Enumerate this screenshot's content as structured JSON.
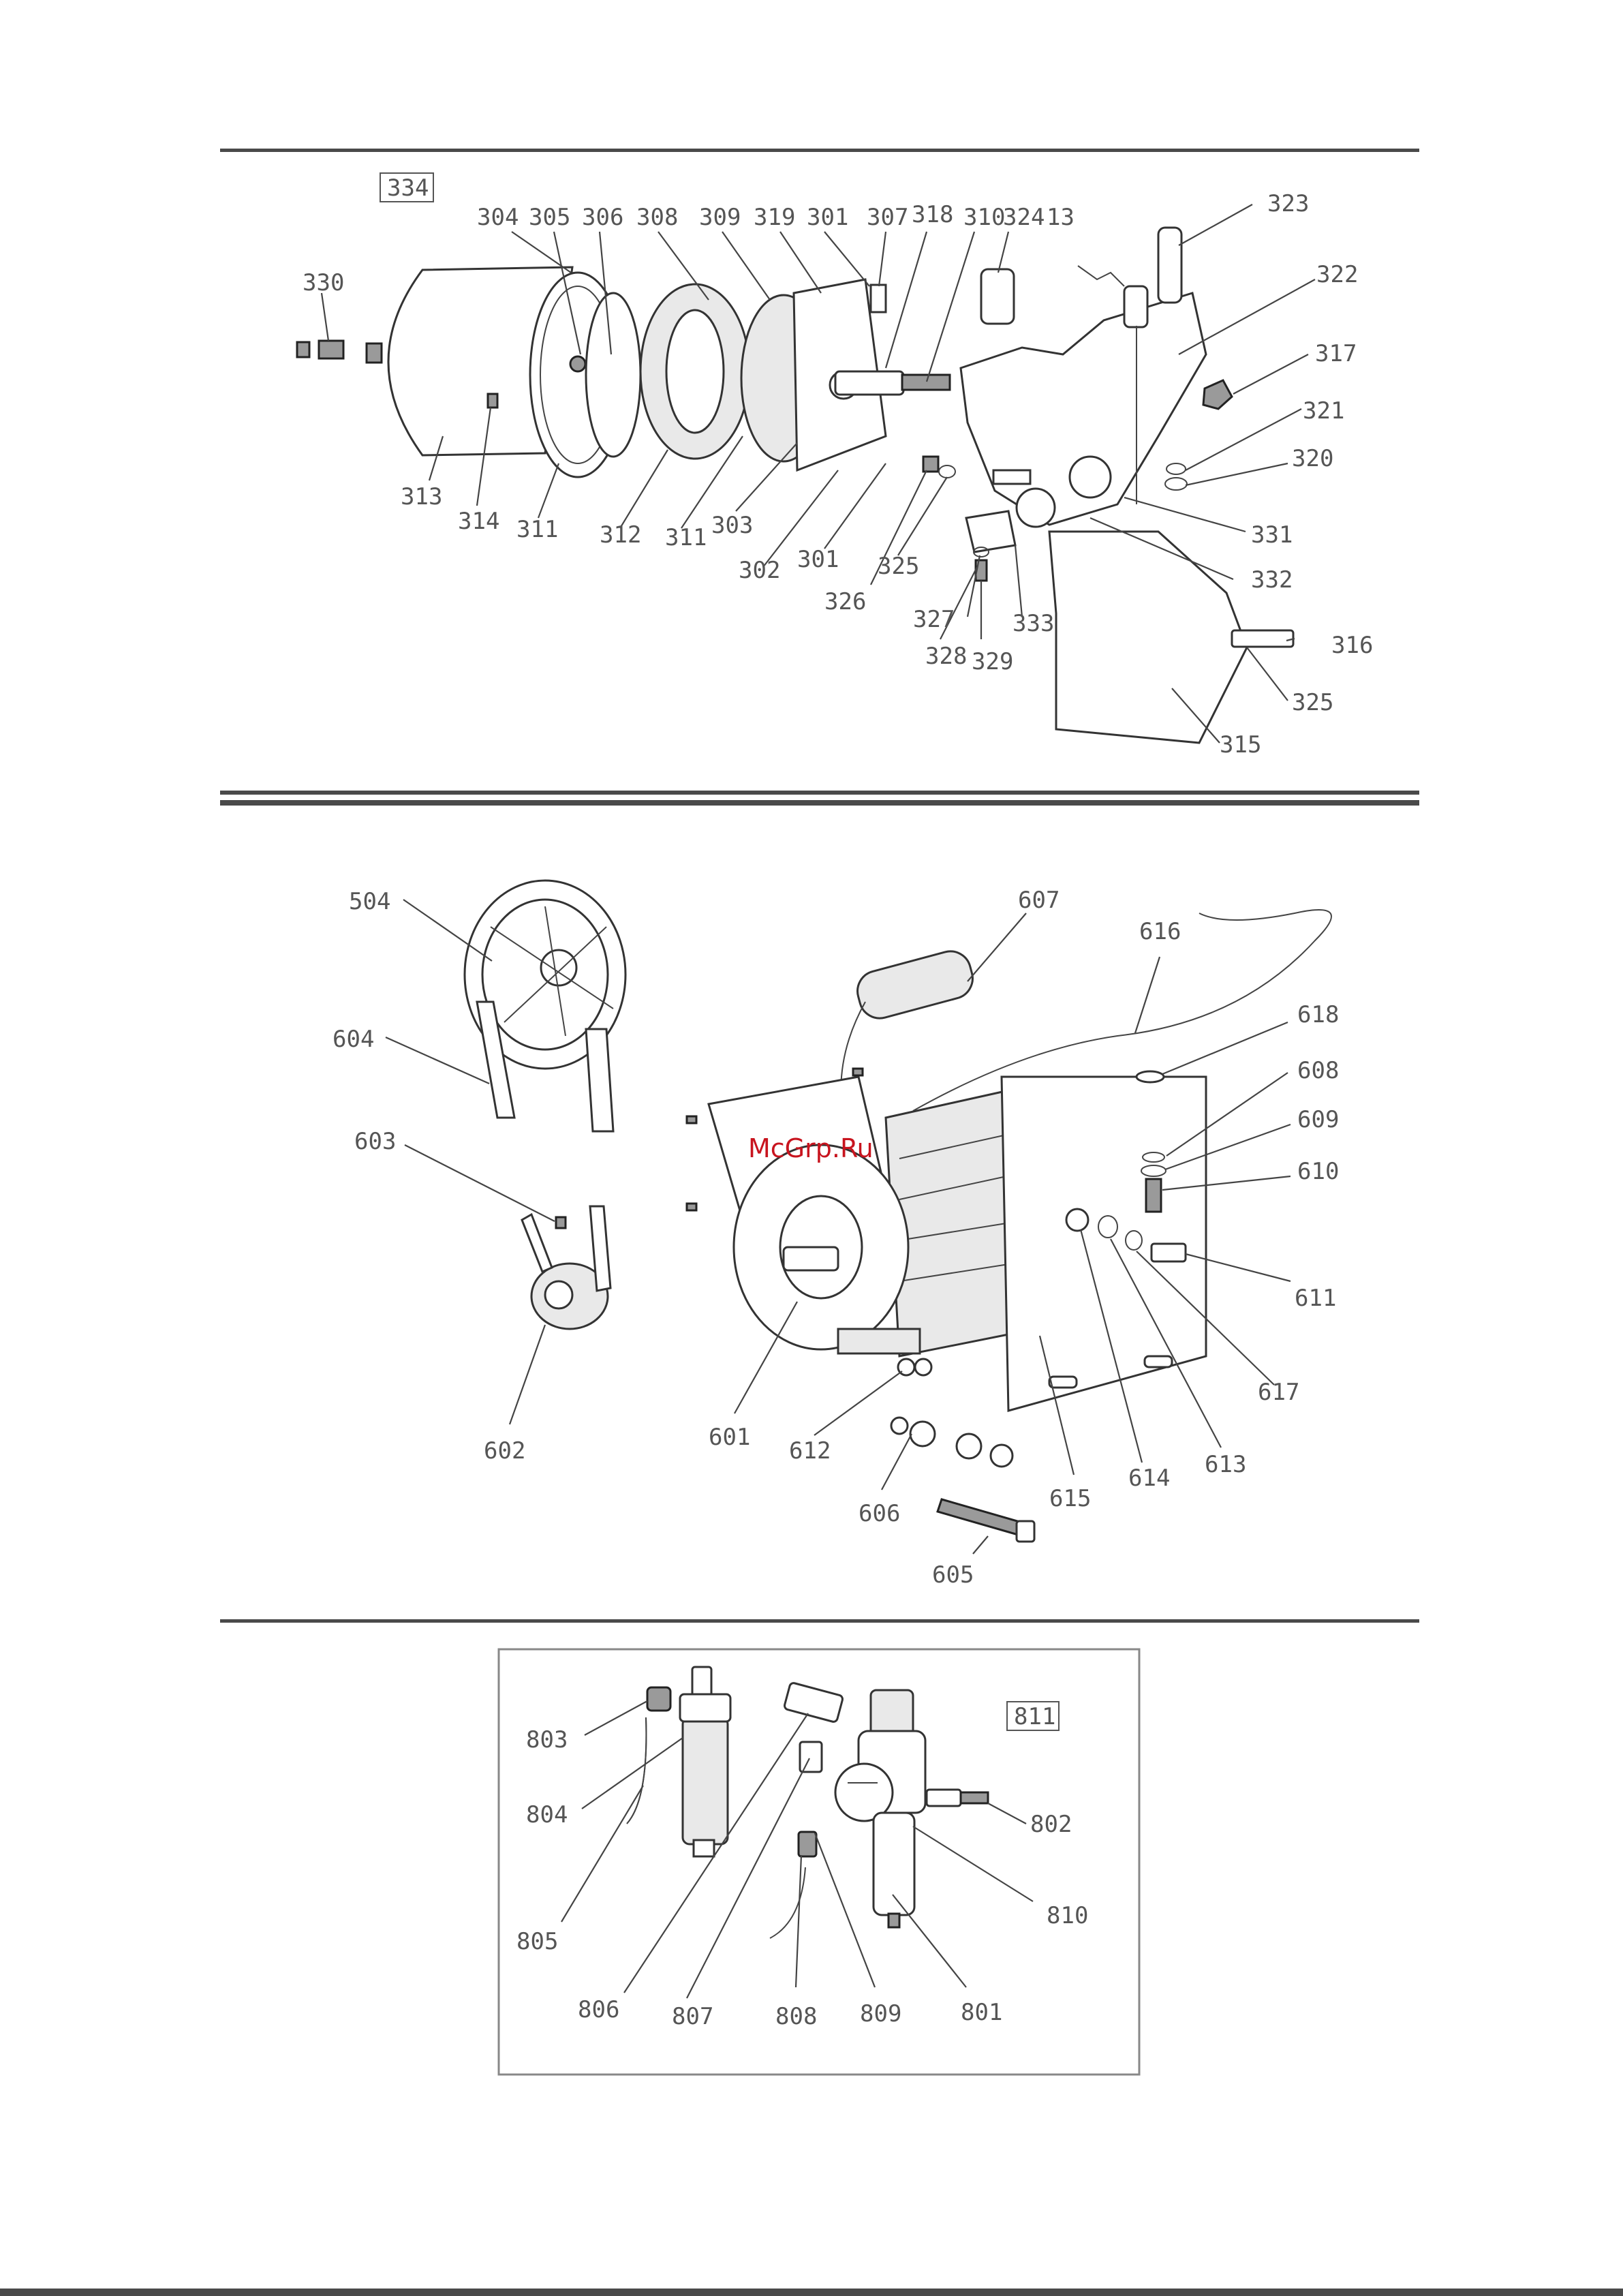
{
  "watermark": "McGrp.Ru",
  "section_top": {
    "box_label": "334",
    "callouts": [
      "304",
      "305",
      "306",
      "308",
      "309",
      "319",
      "301",
      "307",
      "318",
      "310",
      "324",
      "13",
      "323",
      "322",
      "317",
      "321",
      "320",
      "331",
      "332",
      "316",
      "325",
      "315",
      "333",
      "329",
      "328",
      "327",
      "326",
      "325",
      "301",
      "302",
      "303",
      "311",
      "312",
      "311",
      "314",
      "313",
      "330"
    ]
  },
  "section_middle": {
    "callouts": [
      "504",
      "604",
      "603",
      "602",
      "601",
      "612",
      "606",
      "605",
      "615",
      "614",
      "613",
      "617",
      "611",
      "610",
      "609",
      "608",
      "618",
      "616",
      "607"
    ]
  },
  "section_bottom": {
    "box_label": "811",
    "callouts": [
      "803",
      "804",
      "805",
      "806",
      "807",
      "808",
      "809",
      "801",
      "810",
      "802"
    ]
  }
}
